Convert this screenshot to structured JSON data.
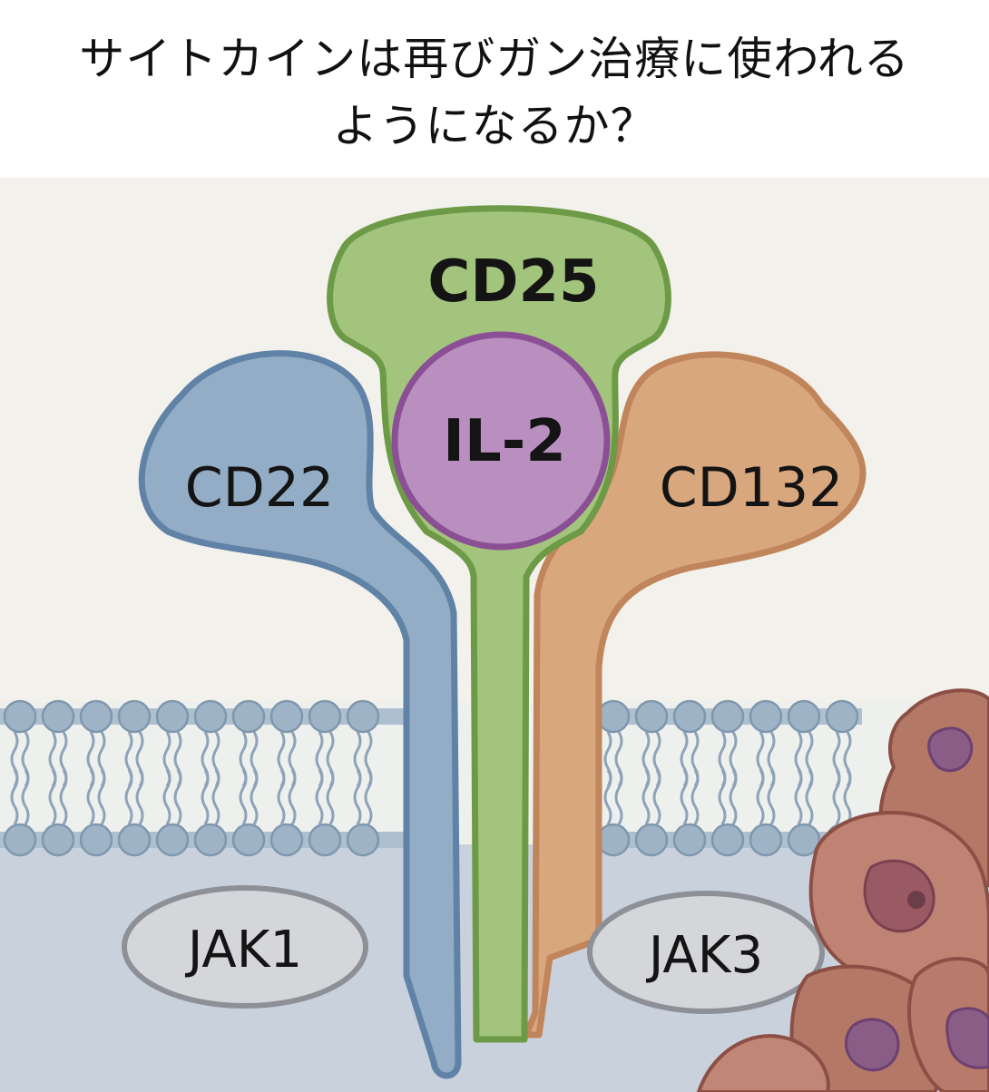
{
  "title": {
    "line1": "サイトカインは再びガン治療に使われる",
    "line2": "ようになるか？"
  },
  "labels": {
    "cd25": "CD25",
    "il2": "IL-2",
    "cd22": "CD22",
    "cd132": "CD132",
    "jak1": "JAK1",
    "jak3": "JAK3"
  },
  "colors": {
    "background": "#f3f1eb",
    "cytoplasm": "#c9d1dd",
    "lipid_head": "#9fb3c6",
    "cd25": "#a3c47c",
    "il2": "#b98fc0",
    "cd22": "#93adc6",
    "cd132": "#d9a77e",
    "jak": "#d5d6da",
    "tumor_cell": "#b47867",
    "tumor_nucleus": "#8a5d86"
  }
}
